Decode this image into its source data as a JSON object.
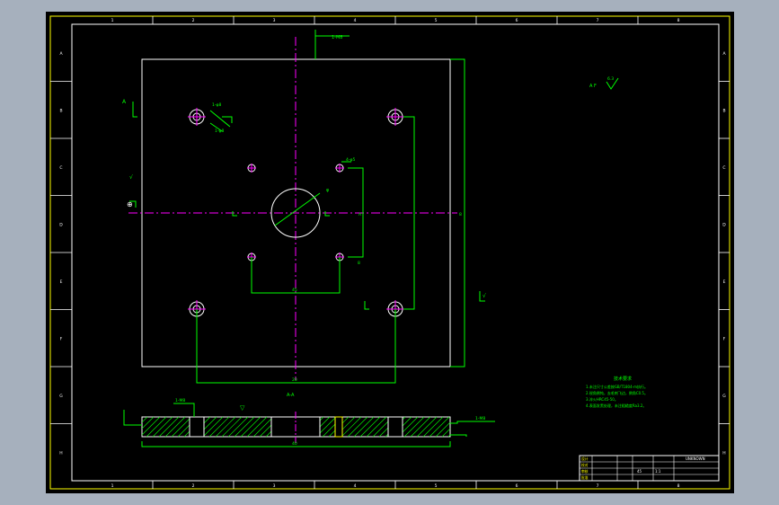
{
  "window": {
    "background_color": "#a6b0bd",
    "canvas_color": "#000000"
  },
  "colors": {
    "frame": "#ffff00",
    "outline": "#ffffff",
    "dimension": "#00ff00",
    "centerline": "#ff00ff",
    "hatch": "#00ff00",
    "note_text": "#00ff00"
  },
  "border": {
    "col_labels": [
      "1",
      "2",
      "3",
      "4",
      "5",
      "6",
      "7",
      "8"
    ],
    "row_labels": [
      "A",
      "B",
      "C",
      "D",
      "E",
      "F",
      "G",
      "H"
    ]
  },
  "plan_view": {
    "leader_label": "1-M8",
    "hole_labels": [
      "1-φ8",
      "1-φ8"
    ],
    "small_hole_label": "4-φ5",
    "center_bore_label": "φ",
    "dim_bottom": "20",
    "dim_spacing": "45",
    "dim_right": "8",
    "dim_side": "8",
    "section_marker_left": "A",
    "surface_finish_left": "√",
    "surface_finish_right": "√",
    "datum_left": "A",
    "datum_mark": "⊕"
  },
  "section_view": {
    "title": "A-A",
    "leader_left": "1-M8",
    "leader_right": "1-M8",
    "dim_width": "40",
    "finish_symbol": "▽"
  },
  "roughness": {
    "label": "A F",
    "value": "6.3"
  },
  "tech_notes": {
    "title": "技术要求",
    "lines": [
      "1.未注尺寸公差按GB/T1804-m执行。",
      "2.锐角倒钝，去毛刺飞边，倒角C0.5。",
      "3.淬火HRC45-50。",
      "4.表面发黑处理，未注粗糙度Ra3.2。"
    ]
  },
  "title_block": {
    "part_name": "UNKNOWN",
    "drawing_no": "",
    "scale": "1:1",
    "material": "45",
    "rows": [
      "设计",
      "校对",
      "审核",
      "批准"
    ]
  }
}
